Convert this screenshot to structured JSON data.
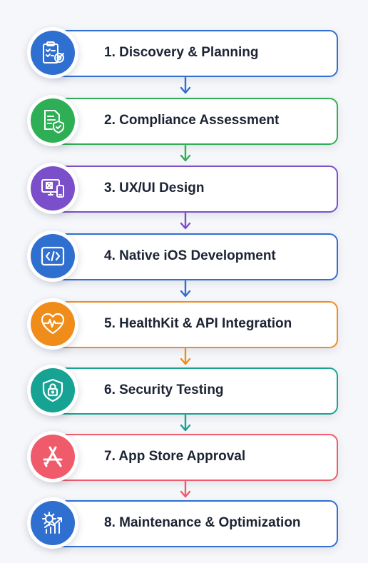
{
  "steps": [
    {
      "label": "1.  Discovery & Planning",
      "color": "#2f6fd0",
      "icon": "clipboard-target-icon"
    },
    {
      "label": "2.  Compliance Assessment",
      "color": "#2eaf55",
      "icon": "document-shield-icon"
    },
    {
      "label": "3.  UX/UI Design",
      "color": "#7b4fc9",
      "icon": "monitor-phone-icon"
    },
    {
      "label": "4.  Native iOS Development",
      "color": "#2f6fd0",
      "icon": "code-brackets-icon"
    },
    {
      "label": "5.  HealthKit & API Integration",
      "color": "#f08c1a",
      "icon": "heart-pulse-icon"
    },
    {
      "label": "6.  Security Testing",
      "color": "#17a394",
      "icon": "shield-lock-icon"
    },
    {
      "label": "7.  App Store Approval",
      "color": "#ef5b6b",
      "icon": "app-store-icon"
    },
    {
      "label": "8.  Maintenance & Optimization",
      "color": "#2f6fd0",
      "icon": "gear-chart-icon"
    }
  ],
  "arrows": [
    {
      "color": "#2f6fd0"
    },
    {
      "color": "#2eaf55"
    },
    {
      "color": "#7b4fc9"
    },
    {
      "color": "#2f6fd0"
    },
    {
      "color": "#f08c1a"
    },
    {
      "color": "#17a394"
    },
    {
      "color": "#ef5b6b"
    }
  ]
}
